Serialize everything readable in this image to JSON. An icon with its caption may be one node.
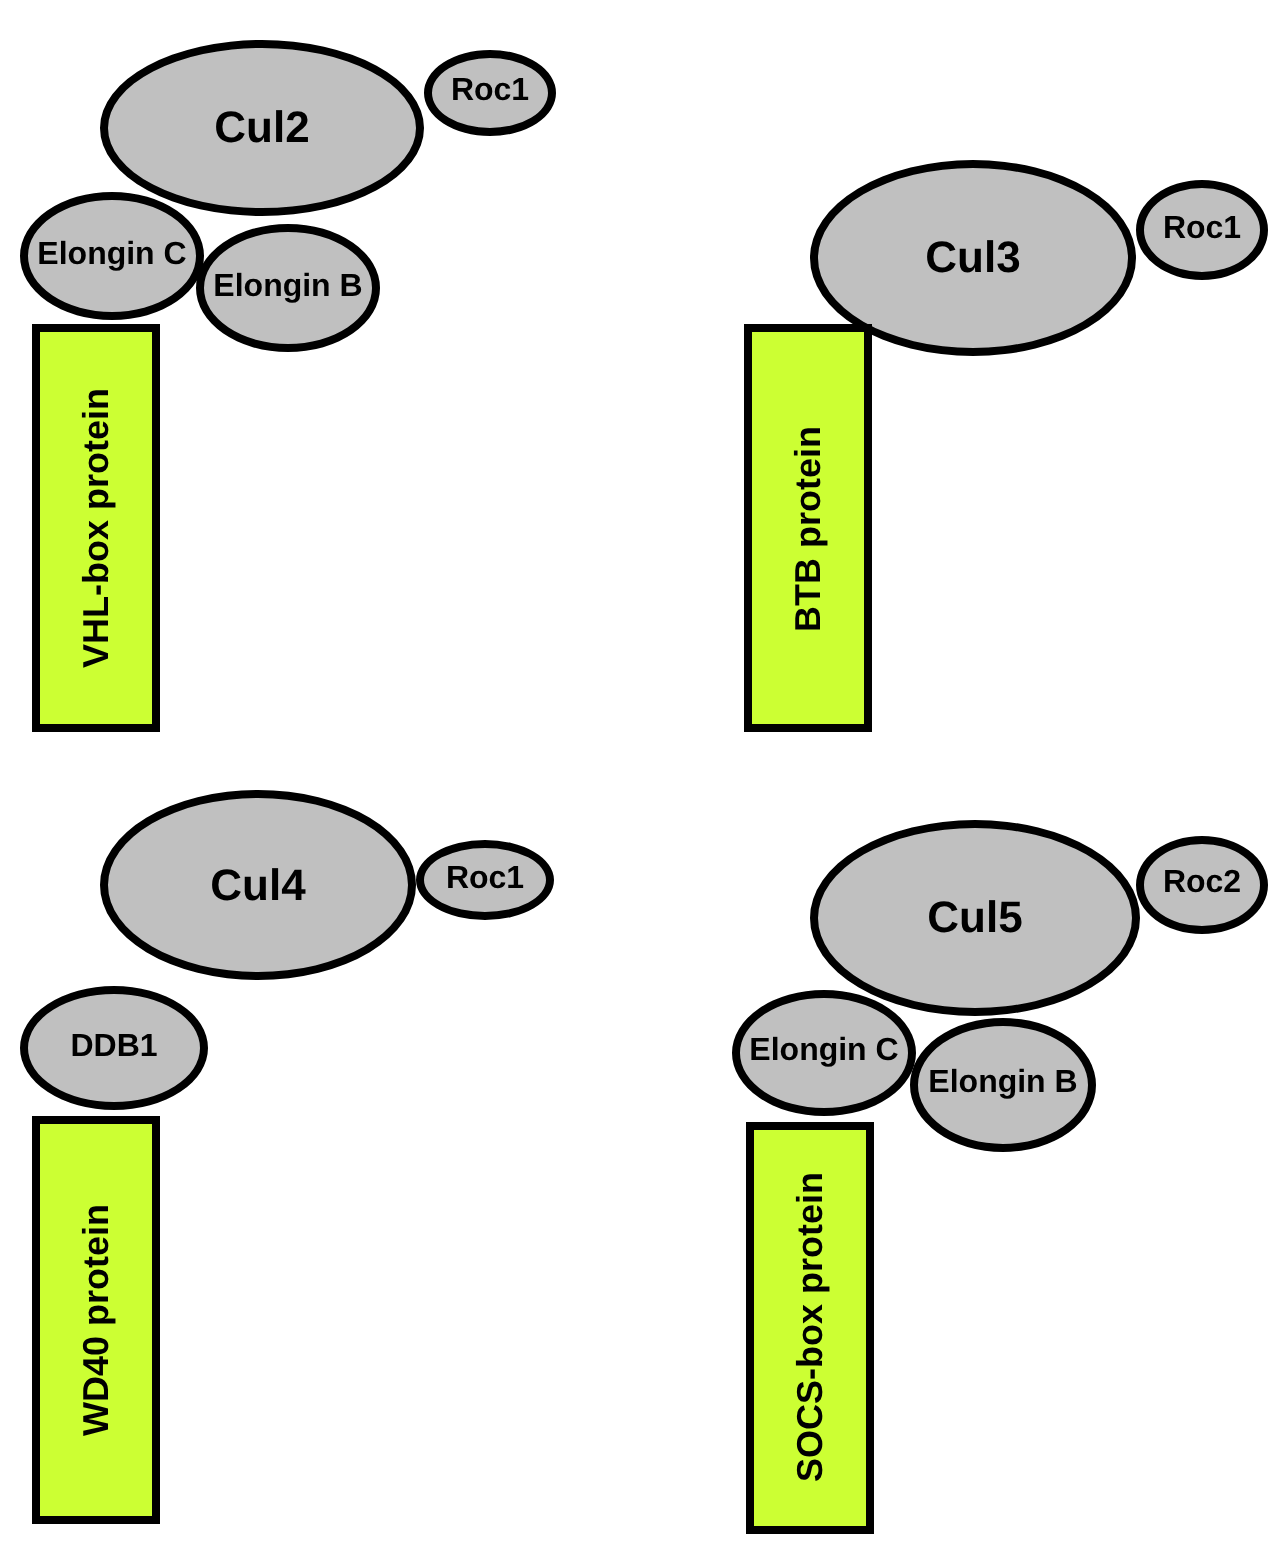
{
  "diagram": {
    "nodes": [
      {
        "text": [
          "Cul2"
        ]
      },
      {
        "text": [
          "Roc1"
        ]
      },
      {
        "text": [
          "Elongin C"
        ]
      },
      {
        "text": [
          "Elongin B"
        ]
      },
      {
        "text": [
          "VHL-box protein"
        ]
      },
      {
        "text": [
          "Cul3"
        ]
      },
      {
        "text": [
          "Roc1"
        ]
      },
      {
        "text": [
          "BTB protein"
        ]
      },
      {
        "text": [
          "Cul4"
        ]
      },
      {
        "text": [
          "Roc1"
        ]
      },
      {
        "text": [
          "DDB1"
        ]
      },
      {
        "text": [
          "WD40 protein"
        ]
      },
      {
        "text": [
          "Cul5"
        ]
      },
      {
        "text": [
          "Roc2"
        ]
      },
      {
        "text": [
          "Elongin C"
        ]
      },
      {
        "text": [
          "Elongin B"
        ]
      },
      {
        "text": [
          "SOCS-box protein"
        ]
      }
    ]
  }
}
